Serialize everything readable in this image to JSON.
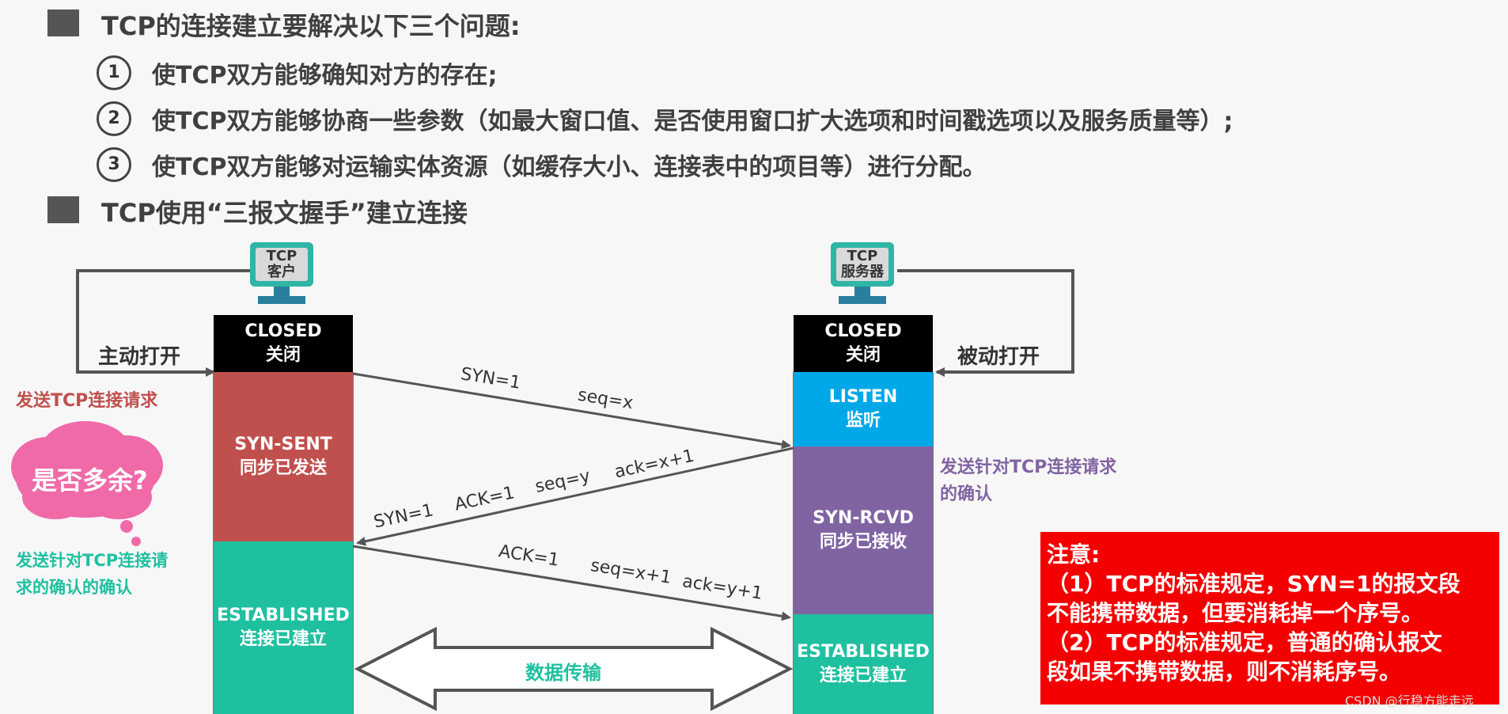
{
  "heading1": "TCP的连接建立要解决以下三个问题:",
  "items": [
    {
      "num": "1",
      "text": "使TCP双方能够确知对方的存在;"
    },
    {
      "num": "2",
      "text": "使TCP双方能够协商一些参数（如最大窗口值、是否使用窗口扩大选项和时间戳选项以及服务质量等）;"
    },
    {
      "num": "3",
      "text": "使TCP双方能够对运输实体资源（如缓存大小、连接表中的项目等）进行分配。"
    }
  ],
  "heading2": "TCP使用“三报文握手”建立连接",
  "client": {
    "line1": "TCP",
    "line2": "客户",
    "open_label": "主动打开",
    "send_request": "发送TCP连接请求",
    "cloud_text": "是否多余?",
    "ack_of_ack_line1": "发送针对TCP连接请",
    "ack_of_ack_line2": "求的确认的确认",
    "states": [
      {
        "en": "CLOSED",
        "zh": "关闭"
      },
      {
        "en": "SYN-SENT",
        "zh": "同步已发送"
      },
      {
        "en": "ESTABLISHED",
        "zh": "连接已建立"
      }
    ]
  },
  "server": {
    "line1": "TCP",
    "line2": "服务器",
    "open_label": "被动打开",
    "ack_line1": "发送针对TCP连接请求",
    "ack_line2": "的确认",
    "states": [
      {
        "en": "CLOSED",
        "zh": "关闭"
      },
      {
        "en": "LISTEN",
        "zh": "监听"
      },
      {
        "en": "SYN-RCVD",
        "zh": "同步已接收"
      },
      {
        "en": "ESTABLISHED",
        "zh": "连接已建立"
      }
    ]
  },
  "segments": {
    "first": {
      "a": "SYN=1",
      "b": "seq=x"
    },
    "second": {
      "a": "SYN=1",
      "b": "ACK=1",
      "c": "seq=y",
      "d": "ack=x+1"
    },
    "third": {
      "a": "ACK=1",
      "b": "seq=x+1",
      "c": "ack=y+1"
    }
  },
  "data_transfer": "数据传输",
  "note": {
    "title": "注意:",
    "line1": "（1）TCP的标准规定，SYN=1的报文段",
    "line2": "不能携带数据，但要消耗掉一个序号。",
    "line3": "（2）TCP的标准规定，普通的确认报文",
    "line4": "段如果不携带数据，则不消耗序号。"
  },
  "watermark": "CSDN @行稳方能走远",
  "colors": {
    "closed": "#000000",
    "syn_sent": "#c0504d",
    "established": "#1fc0a0",
    "listen": "#00a8e8",
    "syn_rcvd": "#8064a2",
    "request_label": "#c0504d",
    "ack_label": "#8064a2",
    "ack_of_ack_label": "#1fc0a0",
    "note_bg": "#f50000"
  }
}
